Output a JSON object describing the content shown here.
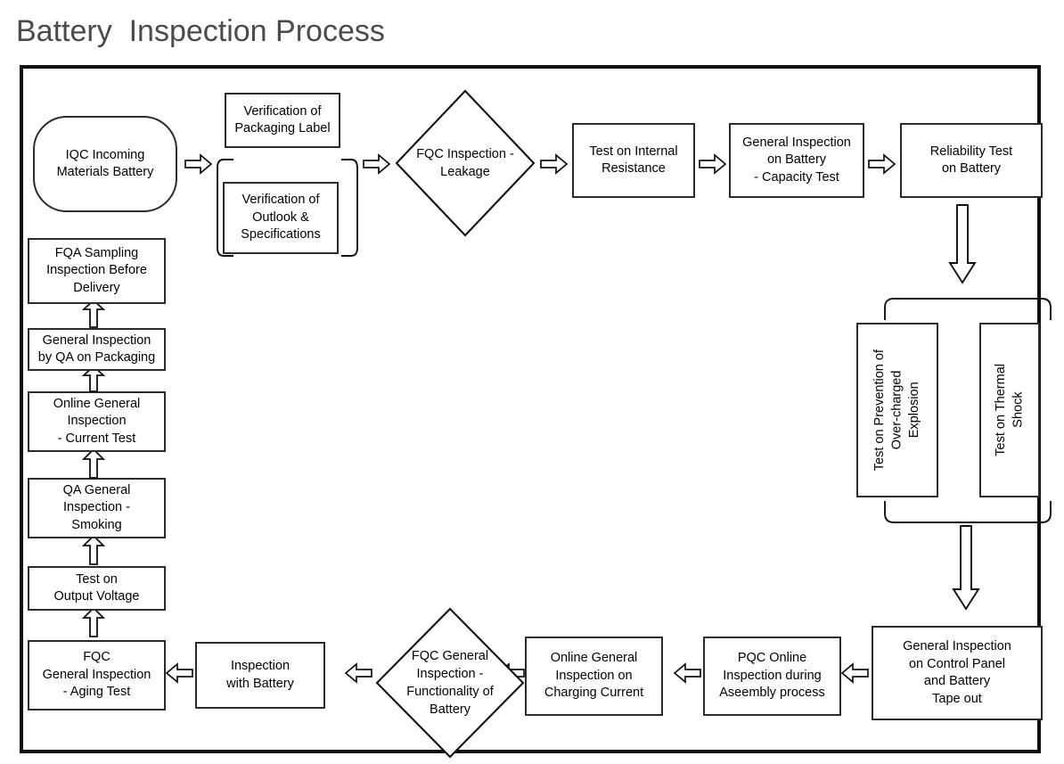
{
  "page": {
    "title": "Battery  Inspection Process"
  },
  "nodes": {
    "iqc_incoming": "IQC Incoming\nMaterials Battery",
    "verify_packaging_label": "Verification of\nPackaging Label",
    "verify_outlook_specs": "Verification of\nOutlook &\nSpecifications",
    "fqc_leakage": "FQC Inspection -\nLeakage",
    "test_internal_resistance": "Test on Internal\nResistance",
    "general_inspection_capacity": "General Inspection\non Battery\n- Capacity Test",
    "reliability_test": "Reliability Test\non Battery",
    "test_overcharge": "Test on Prevention of\nOver-charged\nExplosion",
    "test_thermal_shock": "Test on Thermal\nShock",
    "general_inspection_control_panel": "General Inspection\non Control Panel\nand Battery\nTape out",
    "pqc_online_assembly": "PQC Online\nInspection during\nAseembly process",
    "online_general_charging": "Online General\nInspection on\nCharging Current",
    "fqc_functionality": "FQC General\nInspection -\nFunctionality of\nBattery",
    "inspection_with_battery": "Inspection\nwith Battery",
    "fqc_aging_test": "FQC\nGeneral Inspection\n- Aging Test",
    "test_output_voltage": "Test on\nOutput Voltage",
    "qa_general_smoking": "QA General\nInspection -\nSmoking",
    "online_general_current": "Online General\nInspection\n- Current Test",
    "general_inspection_qa_packaging": "General Inspection\nby QA on Packaging",
    "fqa_sampling_before_delivery": "FQA Sampling\nInspection Before\nDelivery"
  },
  "colors": {
    "title": "#4b4b4b",
    "frame_border": "#111111",
    "node_border": "#2b2b2b",
    "node_fill": "#ffffff",
    "arrow_stroke": "#111111",
    "text": "#000000"
  },
  "arrows": {
    "iqc_to_verification": "right-arrow",
    "verification_to_fqc_leakage": "right-arrow",
    "fqc_leakage_to_resistance": "right-arrow",
    "resistance_to_capacity": "right-arrow",
    "capacity_to_reliability": "right-arrow",
    "reliability_to_tests": "down-arrow",
    "tests_to_control_panel": "down-arrow",
    "control_panel_to_pqc": "left-arrow",
    "pqc_to_charging": "left-arrow",
    "charging_to_functionality": "left-arrow",
    "functionality_to_inspection": "left-arrow",
    "inspection_to_aging": "left-arrow",
    "aging_to_output_voltage": "up-arrow",
    "output_voltage_to_smoking": "up-arrow",
    "smoking_to_current_test": "up-arrow",
    "current_test_to_qa_packaging": "up-arrow",
    "qa_packaging_to_fqa_sampling": "up-arrow"
  }
}
